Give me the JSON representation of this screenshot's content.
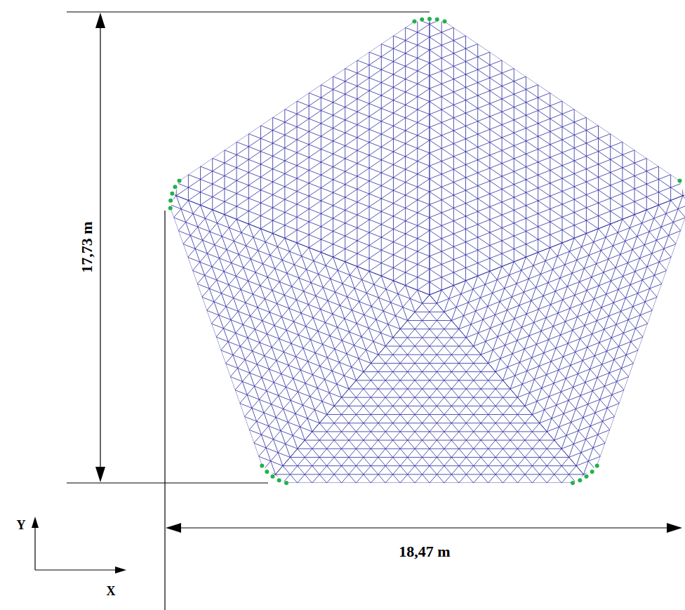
{
  "diagram": {
    "labels": [
      "17,73 m",
      "18,47 m",
      "Y",
      "X"
    ]
  }
}
